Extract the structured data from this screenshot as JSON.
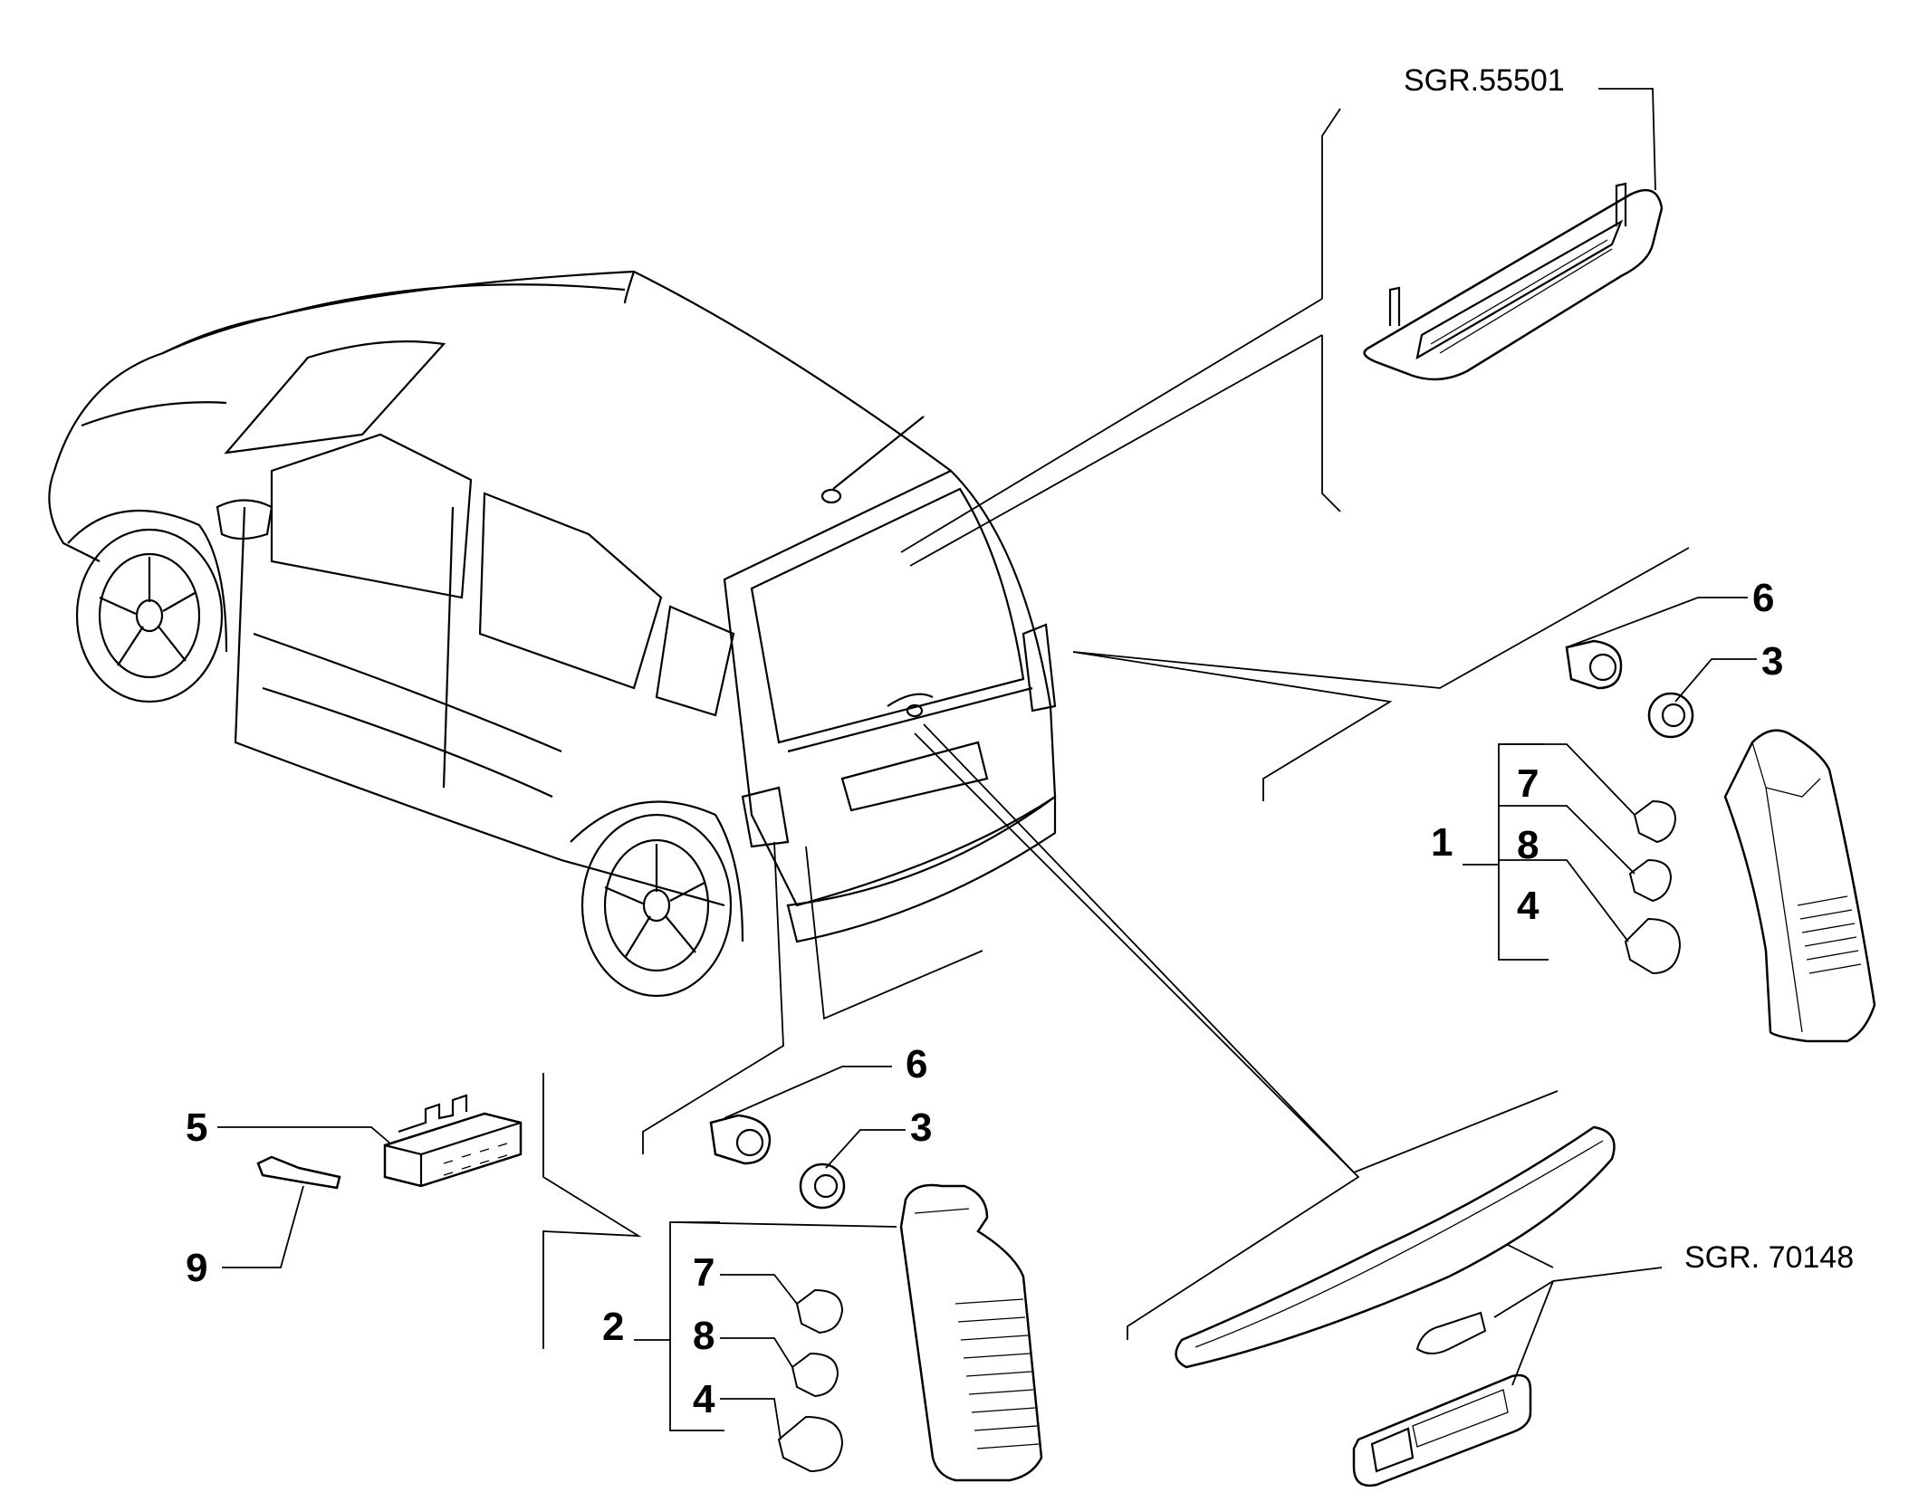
{
  "references": {
    "upper_brake_light": "SGR.55501",
    "plate_light": "SGR. 70148"
  },
  "callouts": {
    "right_lamp": {
      "assembly": "1",
      "clip": "6",
      "nut": "3",
      "bulb_small_a": "7",
      "bulb_small_b": "8",
      "bulb_large": "4"
    },
    "left_lamp": {
      "assembly": "2",
      "clip": "6",
      "nut": "3",
      "bulb_small_a": "7",
      "bulb_small_b": "8",
      "bulb_large": "4"
    },
    "connector": "5",
    "terminal": "9"
  },
  "icons": {
    "car": "car-rear-view-icon",
    "brake_light": "third-brake-light-icon",
    "tail_lamp": "tail-lamp-icon",
    "bulb": "bulb-icon",
    "clip": "lamp-clip-icon",
    "nut": "nut-icon",
    "connector": "connector-block-icon",
    "terminal": "terminal-pin-icon",
    "trim": "tailgate-trim-icon",
    "plate_lamp": "plate-lamp-icon"
  }
}
